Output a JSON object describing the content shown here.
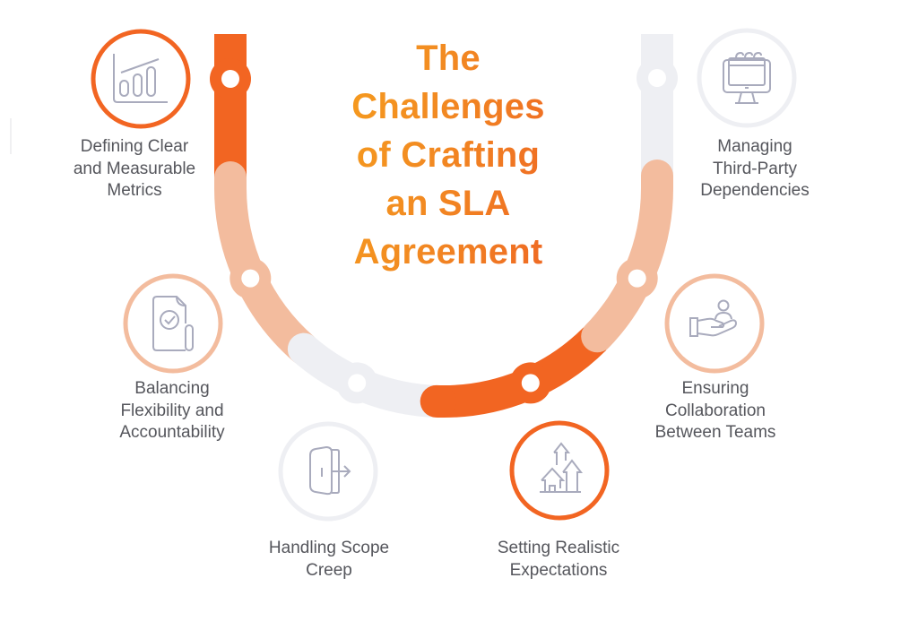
{
  "title": {
    "lines": [
      "The",
      "Challenges",
      "of Crafting",
      "an SLA",
      "Agreement"
    ]
  },
  "colors": {
    "orange": "#f26522",
    "peach": "#f3bc9e",
    "gray": "#eeeff3",
    "icon_stroke": "#a9abbd",
    "text": "#55565c",
    "title_start": "#f7a21c",
    "title_end": "#ee5f24"
  },
  "challenges": [
    {
      "id": "metrics",
      "lines": [
        "Defining Clear",
        "and Measurable",
        "Metrics"
      ],
      "icon": "bar-chart-icon",
      "ring": "orange"
    },
    {
      "id": "flexibility",
      "lines": [
        "Balancing",
        "Flexibility and",
        "Accountability"
      ],
      "icon": "document-check-icon",
      "ring": "peach"
    },
    {
      "id": "scope",
      "lines": [
        "Handling Scope",
        "Creep"
      ],
      "icon": "door-exit-icon",
      "ring": "gray"
    },
    {
      "id": "expectations",
      "lines": [
        "Setting Realistic",
        "Expectations"
      ],
      "icon": "houses-growth-icon",
      "ring": "orange"
    },
    {
      "id": "collaboration",
      "lines": [
        "Ensuring",
        "Collaboration",
        "Between Teams"
      ],
      "icon": "hand-person-icon",
      "ring": "peach"
    },
    {
      "id": "third-party",
      "lines": [
        "Managing",
        "Third-Party",
        "Dependencies"
      ],
      "icon": "calendar-monitor-icon",
      "ring": "gray"
    }
  ]
}
